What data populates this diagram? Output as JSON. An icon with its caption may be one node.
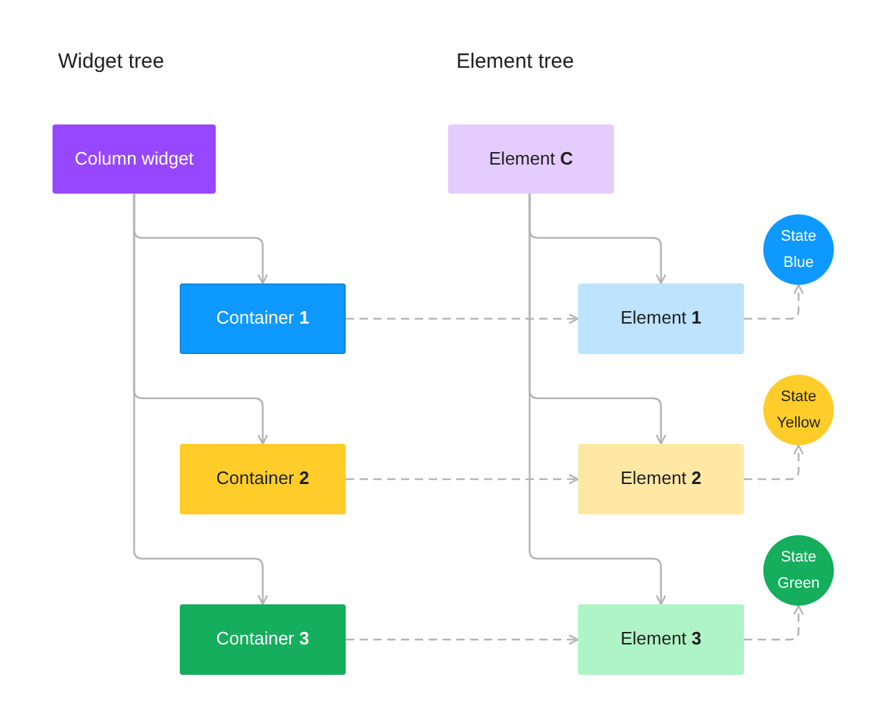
{
  "diagram": {
    "nodes": [
      {
        "text": [
          "Column widget"
        ]
      },
      {
        "text": [
          "Container **1**"
        ]
      },
      {
        "text": [
          "Container **2**"
        ]
      },
      {
        "text": [
          "Container **3**"
        ]
      },
      {
        "text": [
          "Element **C**"
        ]
      },
      {
        "text": [
          "Element **1**"
        ]
      },
      {
        "text": [
          "Element **2**"
        ]
      },
      {
        "text": [
          "Element **3**"
        ]
      },
      {
        "text": [
          "State Blue"
        ]
      },
      {
        "text": [
          "State Yellow"
        ]
      },
      {
        "text": [
          "State Green"
        ]
      }
    ],
    "edges": [
      {
        "from": 0,
        "to": 1,
        "arrow": "to"
      },
      {
        "from": 0,
        "to": 2,
        "arrow": "to"
      },
      {
        "from": 0,
        "to": 3,
        "arrow": "to"
      },
      {
        "from": 4,
        "to": 5,
        "arrow": "to"
      },
      {
        "from": 4,
        "to": 6,
        "arrow": "to"
      },
      {
        "from": 4,
        "to": 7,
        "arrow": "to"
      },
      {
        "from": 1,
        "to": 5,
        "arrow": "to",
        "style": "dashed"
      },
      {
        "from": 2,
        "to": 6,
        "arrow": "to",
        "style": "dashed"
      },
      {
        "from": 3,
        "to": 7,
        "arrow": "to",
        "style": "dashed"
      },
      {
        "from": 5,
        "to": 8,
        "arrow": "to",
        "style": "dashed"
      },
      {
        "from": 6,
        "to": 9,
        "arrow": "to",
        "style": "dashed"
      },
      {
        "from": 7,
        "to": 10,
        "arrow": "to",
        "style": "dashed"
      }
    ],
    "labels": [
      "Widget tree",
      "Element tree"
    ]
  }
}
